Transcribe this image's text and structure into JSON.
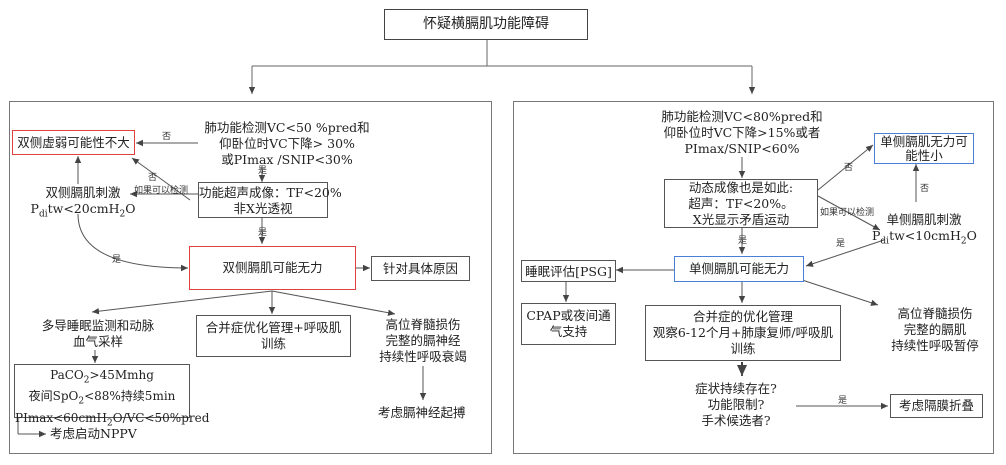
{
  "title": "怀疑横膈肌功能障碍",
  "left": {
    "pft": [
      "肺功能检测VC<50 %pred和",
      "仰卧位时VC下降> 30%",
      "或PImax /SNIP<30%"
    ],
    "bilateral_weak_unlikely": "双侧虚弱可能性不大",
    "us": [
      "功能超声成像：TF<20%",
      "非X光透视"
    ],
    "stim": [
      "双侧膈肌刺激",
      "P",
      "di",
      "tw<20cmH",
      "2",
      "O"
    ],
    "bilateral_weak": "双侧膈肌可能无力",
    "specific": "针对具体原因",
    "psg": [
      "多导睡眠监测和动脉",
      "血气采样"
    ],
    "criteria": [
      "PaCO",
      "2",
      ">45Mmhg",
      "夜间SpO",
      "2",
      "<88%持续5min",
      "PImax<60cmH",
      "2",
      "O/VC<50%pred"
    ],
    "npv": "考虑启动NPPV",
    "opt": [
      "合并症优化管理+呼吸肌",
      "训练"
    ],
    "spinal": [
      "高位脊髓损伤",
      "完整的膈神经",
      "持续性呼吸衰竭"
    ],
    "pacing": "考虑膈神经起搏",
    "labels": {
      "no1": "否",
      "yes1": "是",
      "no2": "否",
      "if_test": "如果可以检测",
      "yes2": "是",
      "yes3": "是"
    }
  },
  "right": {
    "pft": [
      "肺功能检测VC<80%pred和",
      "仰卧位时VC下降>15%或者",
      "PImax/SNIP<60%"
    ],
    "unilateral_unlikely": [
      "单侧膈肌无力可",
      "能性小"
    ],
    "dyn": [
      "动态成像也是如此:",
      "超声：TF<20%。",
      "X光显示矛盾运动"
    ],
    "stim": [
      "单侧膈肌刺激",
      "P",
      "di",
      "tw<10cmH",
      "2",
      "O"
    ],
    "sleep": "睡眠评估[PSG]",
    "unilateral_weak": "单侧膈肌可能无力",
    "cpap": [
      "CPAP或夜间通",
      "气支持"
    ],
    "opt": [
      "合并症的优化管理",
      "观察6-12个月+肺康复师/呼吸肌",
      "训练"
    ],
    "spinal": [
      "高位脊髓损伤",
      "完整的膈肌",
      "持续性呼吸暂停"
    ],
    "persist": [
      "症状持续存在?",
      "功能限制?",
      "手术候选者?"
    ],
    "plication": "考虑隔膜折叠",
    "labels": {
      "no1": "否",
      "if_test": "如果可以检测",
      "no2": "否",
      "yes1": "是",
      "yes2": "是",
      "yes3": "是"
    }
  }
}
